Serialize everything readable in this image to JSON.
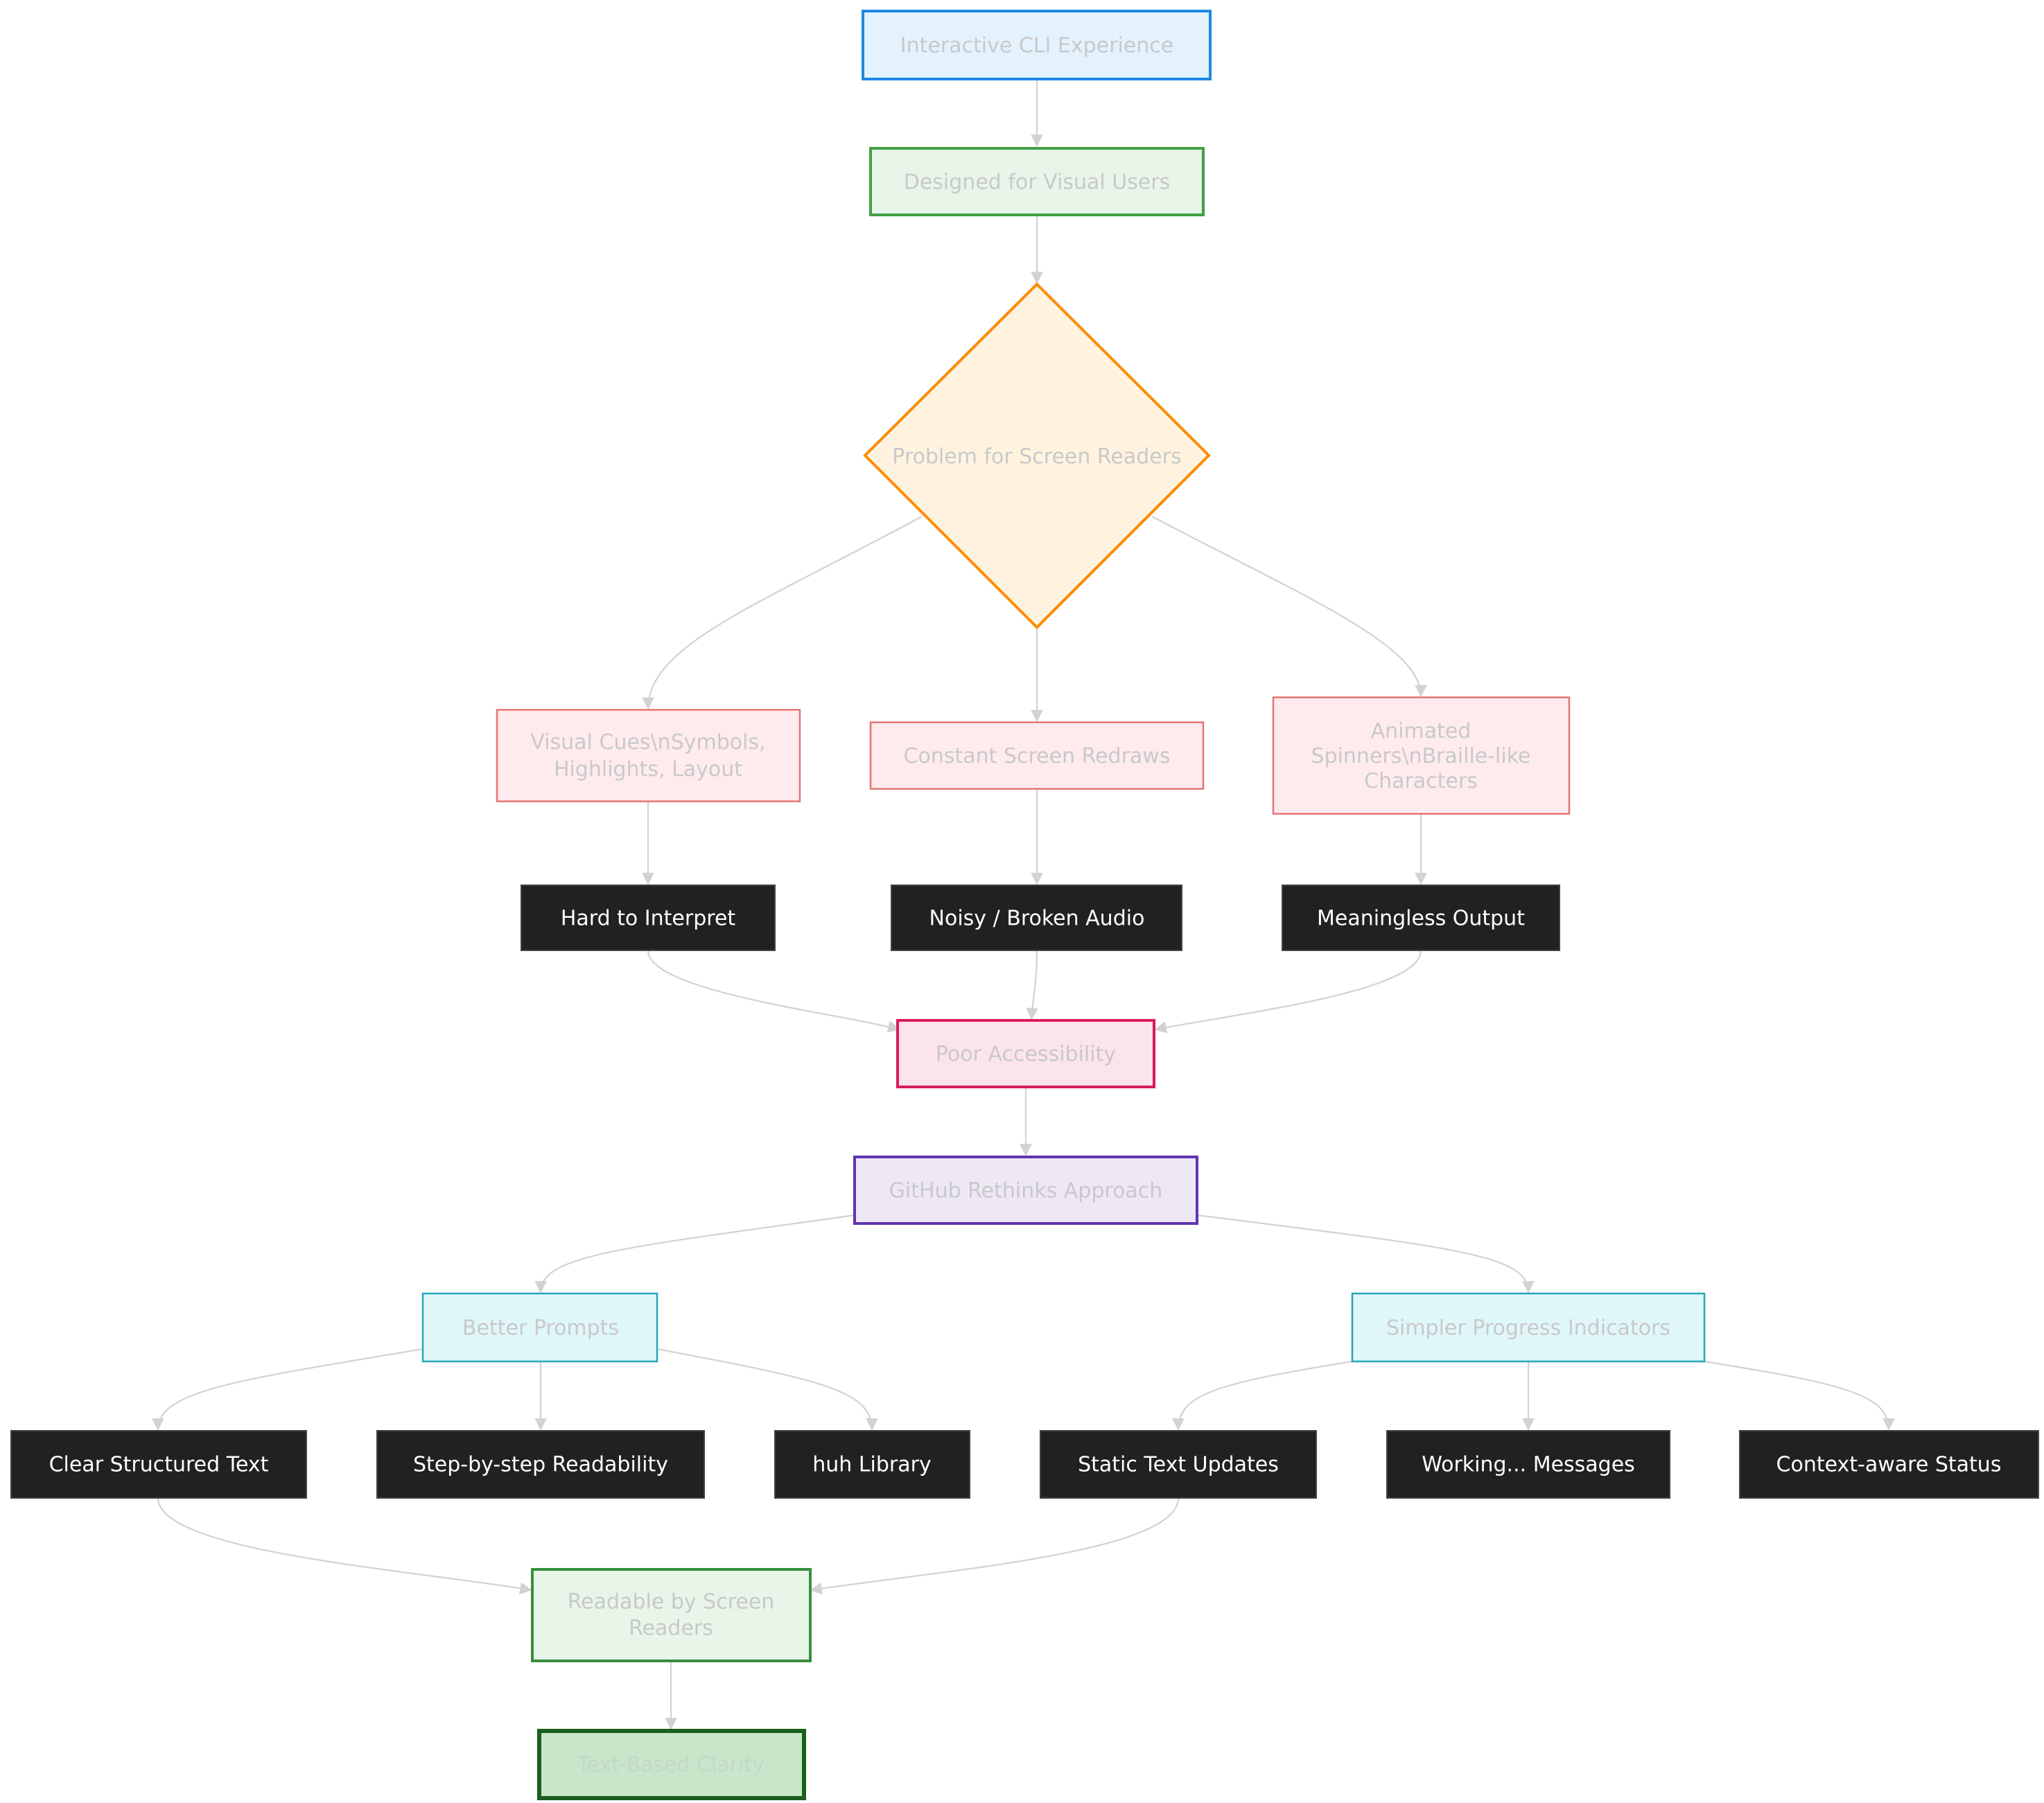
{
  "diagram": {
    "type": "flowchart",
    "direction": "top-down",
    "nodes": {
      "cli": {
        "label": "Interactive CLI Experience",
        "fill": "#e3f2fd",
        "stroke": "#1e88e5"
      },
      "visual": {
        "label": "Designed for Visual Users",
        "fill": "#e8f5e9",
        "stroke": "#43a047"
      },
      "problem": {
        "label": "Problem for Screen Readers",
        "fill": "#fff3e0",
        "stroke": "#fb8c00",
        "shape": "diamond"
      },
      "cues": {
        "lines": [
          "Visual Cues\\nSymbols,",
          "Highlights, Layout"
        ],
        "fill": "#ffebee",
        "stroke": "#e57373"
      },
      "redraws": {
        "label": "Constant Screen Redraws",
        "fill": "#ffebee",
        "stroke": "#e57373"
      },
      "spinners": {
        "lines": [
          "Animated",
          "Spinners\\nBraille-like",
          "Characters"
        ],
        "fill": "#ffebee",
        "stroke": "#e57373"
      },
      "interpret": {
        "label": "Hard to Interpret",
        "fill": "#212121",
        "stroke": "#424242"
      },
      "noisy": {
        "label": "Noisy / Broken Audio",
        "fill": "#212121",
        "stroke": "#424242"
      },
      "meaningless": {
        "label": "Meaningless Output",
        "fill": "#212121",
        "stroke": "#424242"
      },
      "poor": {
        "label": "Poor Accessibility",
        "fill": "#fce4ec",
        "stroke": "#d81b60"
      },
      "github": {
        "label": "GitHub Rethinks Approach",
        "fill": "#ede7f6",
        "stroke": "#5e35b1"
      },
      "prompts": {
        "label": "Better Prompts",
        "fill": "#e0f7fa",
        "stroke": "#26a6b8"
      },
      "progress": {
        "label": "Simpler Progress Indicators",
        "fill": "#e0f7fa",
        "stroke": "#26a6b8"
      },
      "clear": {
        "label": "Clear Structured Text",
        "fill": "#212121",
        "stroke": "#424242"
      },
      "step": {
        "label": "Step-by-step Readability",
        "fill": "#212121",
        "stroke": "#424242"
      },
      "huh": {
        "label": "huh Library",
        "fill": "#212121",
        "stroke": "#424242"
      },
      "static": {
        "label": "Static Text Updates",
        "fill": "#212121",
        "stroke": "#424242"
      },
      "working": {
        "label": "Working... Messages",
        "fill": "#212121",
        "stroke": "#424242"
      },
      "context": {
        "label": "Context-aware Status",
        "fill": "#212121",
        "stroke": "#424242"
      },
      "readable": {
        "lines": [
          "Readable by Screen",
          "Readers"
        ],
        "fill": "#e8f5e9",
        "stroke": "#388e3c"
      },
      "clarity": {
        "label": "Text-Based Clarity",
        "fill": "#c8e6c9",
        "stroke": "#1b5e20"
      }
    },
    "edges": [
      [
        "cli",
        "visual"
      ],
      [
        "visual",
        "problem"
      ],
      [
        "problem",
        "cues"
      ],
      [
        "problem",
        "redraws"
      ],
      [
        "problem",
        "spinners"
      ],
      [
        "cues",
        "interpret"
      ],
      [
        "redraws",
        "noisy"
      ],
      [
        "spinners",
        "meaningless"
      ],
      [
        "interpret",
        "poor"
      ],
      [
        "noisy",
        "poor"
      ],
      [
        "meaningless",
        "poor"
      ],
      [
        "poor",
        "github"
      ],
      [
        "github",
        "prompts"
      ],
      [
        "github",
        "progress"
      ],
      [
        "prompts",
        "clear"
      ],
      [
        "prompts",
        "step"
      ],
      [
        "prompts",
        "huh"
      ],
      [
        "progress",
        "static"
      ],
      [
        "progress",
        "working"
      ],
      [
        "progress",
        "context"
      ],
      [
        "clear",
        "readable"
      ],
      [
        "static",
        "readable"
      ],
      [
        "readable",
        "clarity"
      ]
    ]
  }
}
